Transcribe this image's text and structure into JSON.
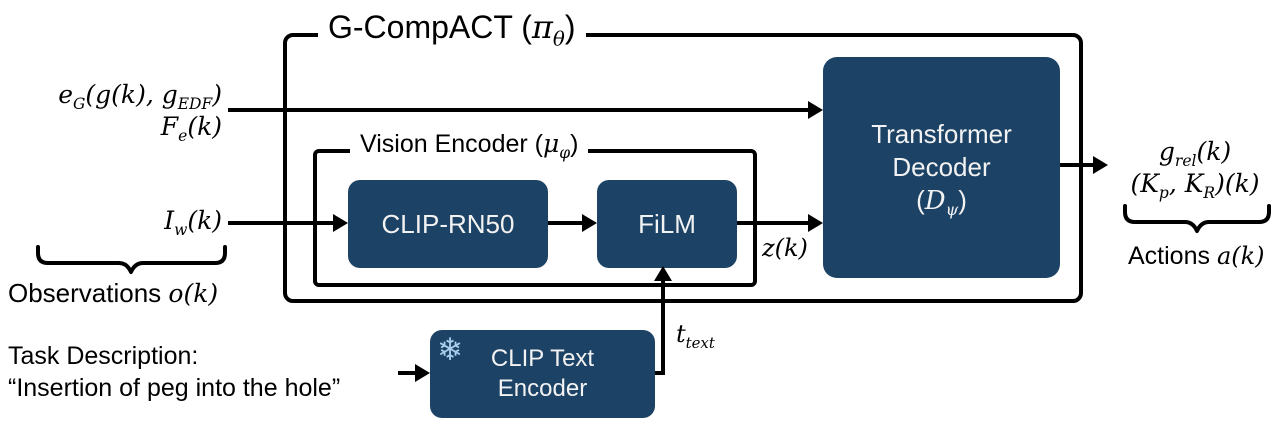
{
  "diagram": {
    "title_segments": [
      {
        "t": "G-CompACT ("
      },
      {
        "i": "π"
      },
      {
        "s": "θ"
      },
      {
        "t": ")"
      }
    ],
    "vision_encoder": {
      "title_segments": [
        {
          "t": "Vision Encoder ("
        },
        {
          "i": "μ"
        },
        {
          "s": "φ"
        },
        {
          "t": ")"
        }
      ],
      "clip_rn50_label": "CLIP-RN50",
      "film_label": "FiLM"
    },
    "transformer_decoder": {
      "line1": "Transformer",
      "line2": "Decoder",
      "line3_segments": [
        {
          "t": "("
        },
        {
          "i": "D"
        },
        {
          "s": "ψ"
        },
        {
          "t": ")"
        }
      ]
    },
    "clip_text_encoder": {
      "line1": "CLIP Text",
      "line2": "Encoder"
    },
    "icons": {
      "snowflake": "❄"
    },
    "inputs": {
      "eg_segments": [
        {
          "t": "e"
        },
        {
          "s": "G"
        },
        {
          "t": "(g(k), g"
        },
        {
          "s": "EDF"
        },
        {
          "t": ")"
        }
      ],
      "fe_segments": [
        {
          "t": "F"
        },
        {
          "s": "e"
        },
        {
          "t": "(k)"
        }
      ],
      "iw_segments": [
        {
          "t": "I"
        },
        {
          "s": "w"
        },
        {
          "t": "(k)"
        }
      ],
      "observations": {
        "text": "Observations ",
        "math_segments": [
          {
            "t": "o(k)"
          }
        ]
      },
      "task_line1": "Task Description:",
      "task_line2": "“Insertion of peg into the hole”"
    },
    "signals": {
      "z_segments": [
        {
          "t": "z(k)"
        }
      ],
      "t_text_segments": [
        {
          "t": "t"
        },
        {
          "s": "text"
        }
      ]
    },
    "outputs": {
      "g_rel_segments": [
        {
          "t": "g"
        },
        {
          "s": "rel"
        },
        {
          "t": "(k)"
        }
      ],
      "gains_segments": [
        {
          "t": "(K"
        },
        {
          "s": "p"
        },
        {
          "t": ", K"
        },
        {
          "s": "R"
        },
        {
          "t": ")(k)"
        }
      ],
      "actions": {
        "text": "Actions ",
        "math_segments": [
          {
            "t": "a(k)"
          }
        ]
      }
    },
    "colors": {
      "block_navy": "#1c4265",
      "snowflake_blue": "#a9cfec",
      "line_black": "#000000",
      "background": "#ffffff"
    }
  }
}
